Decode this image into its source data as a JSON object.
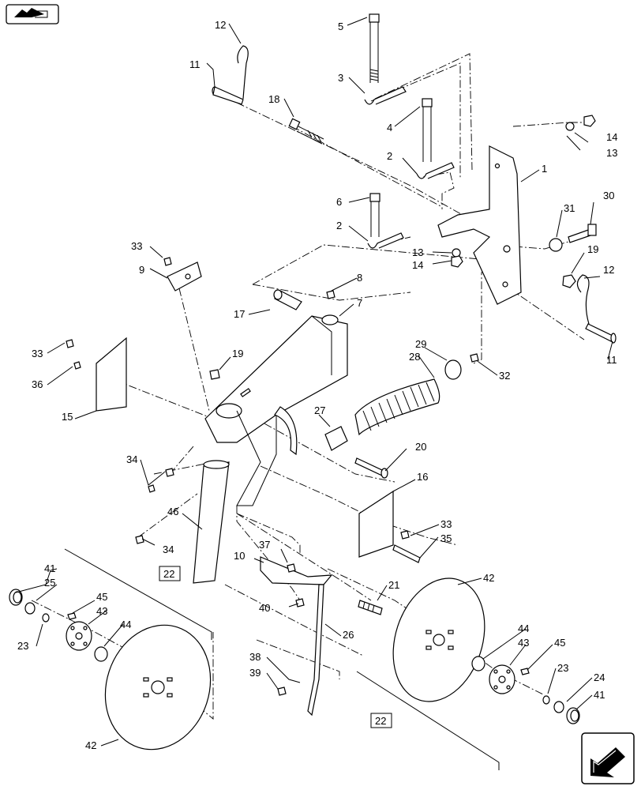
{
  "nav": {
    "top_left_icon": "exploded-view-icon",
    "bottom_right_icon": "next-page-arrow-icon"
  },
  "callouts": [
    "12",
    "11",
    "5",
    "3",
    "18",
    "4",
    "14",
    "13",
    "2",
    "1",
    "6",
    "30",
    "31",
    "2",
    "13",
    "14",
    "19",
    "12",
    "33",
    "9",
    "8",
    "17",
    "7",
    "11",
    "33",
    "19",
    "29",
    "28",
    "32",
    "36",
    "15",
    "27",
    "20",
    "34",
    "16",
    "46",
    "33",
    "35",
    "34",
    "37",
    "10",
    "21",
    "42",
    "41",
    "25",
    "45",
    "43",
    "44",
    "40",
    "26",
    "23",
    "44",
    "43",
    "45",
    "23",
    "24",
    "38",
    "39",
    "41",
    "42"
  ],
  "boxed_labels": [
    "22",
    "22"
  ]
}
